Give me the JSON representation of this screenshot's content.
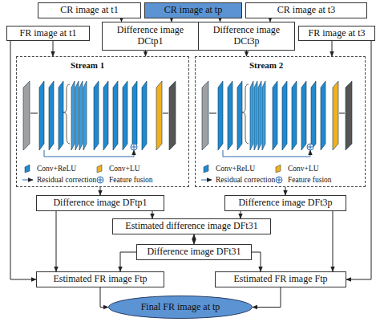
{
  "diagram": {
    "nodes": [
      {
        "text": [
          "CR image at t1"
        ]
      },
      {
        "text": [
          "CR image at tp"
        ]
      },
      {
        "text": [
          "CR image at t3"
        ]
      },
      {
        "text": [
          "FR image at t1"
        ]
      },
      {
        "text": [
          "Difference image DCtp1"
        ]
      },
      {
        "text": [
          "Difference image DCt3p"
        ]
      },
      {
        "text": [
          "FR image at t3"
        ]
      },
      {
        "text": [
          "Stream 1"
        ]
      },
      {
        "text": [
          "Stream 2"
        ]
      },
      {
        "text": [
          "Difference image DFtp1"
        ]
      },
      {
        "text": [
          "Difference image DFt3p"
        ]
      },
      {
        "text": [
          "Estimated difference image DFt31"
        ]
      },
      {
        "text": [
          "Difference image DFt31"
        ]
      },
      {
        "text": [
          "Estimated FR image Ftp"
        ]
      },
      {
        "text": [
          "Estimated FR image Ftp"
        ]
      },
      {
        "text": [
          "Final FR image at tp"
        ]
      }
    ],
    "edges": [
      {
        "from": 0,
        "to": 4,
        "arrow": "to"
      },
      {
        "from": 1,
        "to": 4,
        "arrow": "to"
      },
      {
        "from": 1,
        "to": 5,
        "arrow": "to"
      },
      {
        "from": 2,
        "to": 5,
        "arrow": "to"
      },
      {
        "from": 3,
        "to": 7,
        "arrow": "to"
      },
      {
        "from": 3,
        "to": 13,
        "arrow": "to"
      },
      {
        "from": 4,
        "to": 7,
        "arrow": "to"
      },
      {
        "from": 5,
        "to": 8,
        "arrow": "to"
      },
      {
        "from": 6,
        "to": 8,
        "arrow": "to"
      },
      {
        "from": 6,
        "to": 14,
        "arrow": "to"
      },
      {
        "from": 7,
        "to": 9,
        "arrow": "to"
      },
      {
        "from": 8,
        "to": 10,
        "arrow": "to"
      },
      {
        "from": 9,
        "to": 11,
        "arrow": "to"
      },
      {
        "from": 10,
        "to": 11,
        "arrow": "to"
      },
      {
        "from": 11,
        "to": 12,
        "arrow": "both"
      },
      {
        "from": 9,
        "to": 13,
        "arrow": "to"
      },
      {
        "from": 10,
        "to": 14,
        "arrow": "to"
      },
      {
        "from": 12,
        "to": 13,
        "arrow": "to"
      },
      {
        "from": 12,
        "to": 14,
        "arrow": "to"
      },
      {
        "from": 13,
        "to": 15,
        "arrow": "to"
      },
      {
        "from": 14,
        "to": 15,
        "arrow": "to"
      }
    ],
    "legend": [
      {
        "text": "Conv+ReLU",
        "color": "#1f8ad0"
      },
      {
        "text": "Conv+LU",
        "color": "#f2b01e"
      },
      {
        "text": "Residual correction"
      },
      {
        "text": "Feature fusion"
      },
      {
        "text": "Conv+ReLU",
        "color": "#1f8ad0"
      },
      {
        "text": "Conv+LU",
        "color": "#f2b01e"
      },
      {
        "text": "Residual correction"
      },
      {
        "text": "Feature fusion"
      }
    ]
  }
}
